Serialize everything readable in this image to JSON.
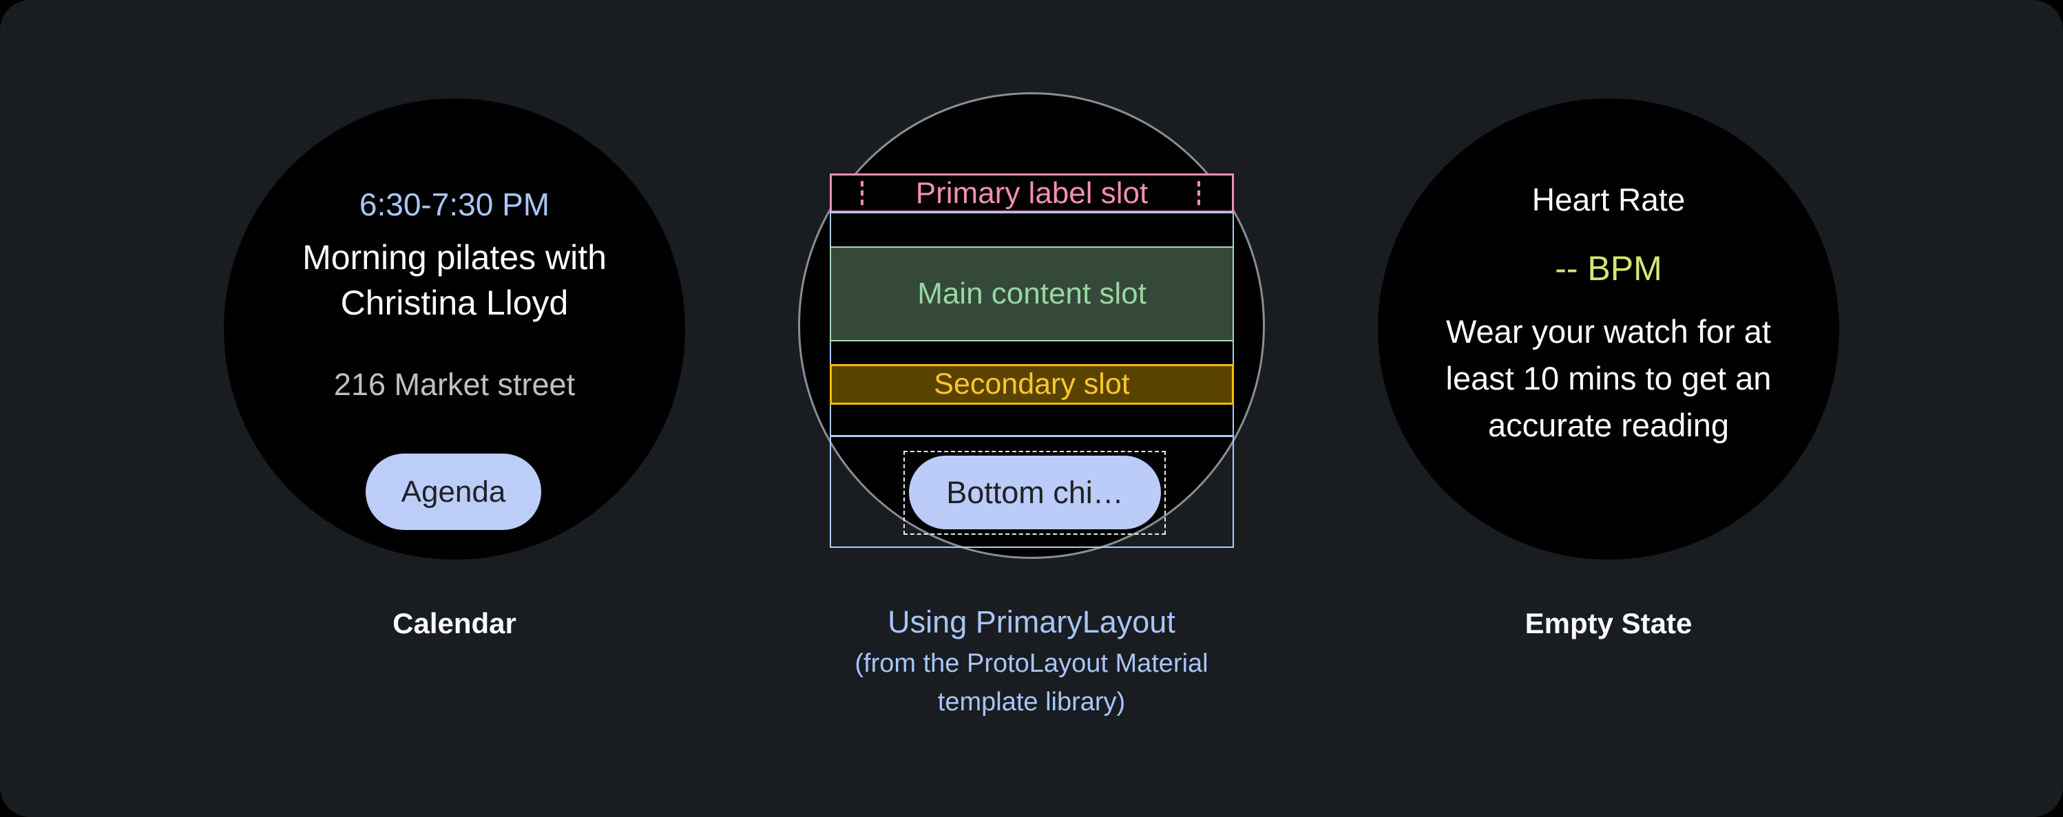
{
  "calendar": {
    "time": "6:30-7:30 PM",
    "title": "Morning pilates with\nChristina Lloyd",
    "location": "216 Market street",
    "chip": "Agenda",
    "caption": "Calendar"
  },
  "primary_layout": {
    "primary_label": "Primary label slot",
    "main_content": "Main content slot",
    "secondary": "Secondary slot",
    "bottom_chip": "Bottom chi…",
    "caption": "Using PrimaryLayout",
    "caption_sub": "(from the ProtoLayout Material\ntemplate library)"
  },
  "empty_state": {
    "title": "Heart Rate",
    "value": "-- BPM",
    "body": "Wear your watch for at\nleast 10 mins to get an\naccurate reading",
    "caption": "Empty State"
  },
  "colors": {
    "accent_blue": "#AECBFA",
    "time_blue": "#A8C7FA",
    "pink": "#F48FB1",
    "green_border": "#A8DAB5",
    "amber": "#FBBC04",
    "lime": "#D8E671",
    "chip_bg": "#BCCDF7",
    "panel_bg": "#191C21"
  }
}
